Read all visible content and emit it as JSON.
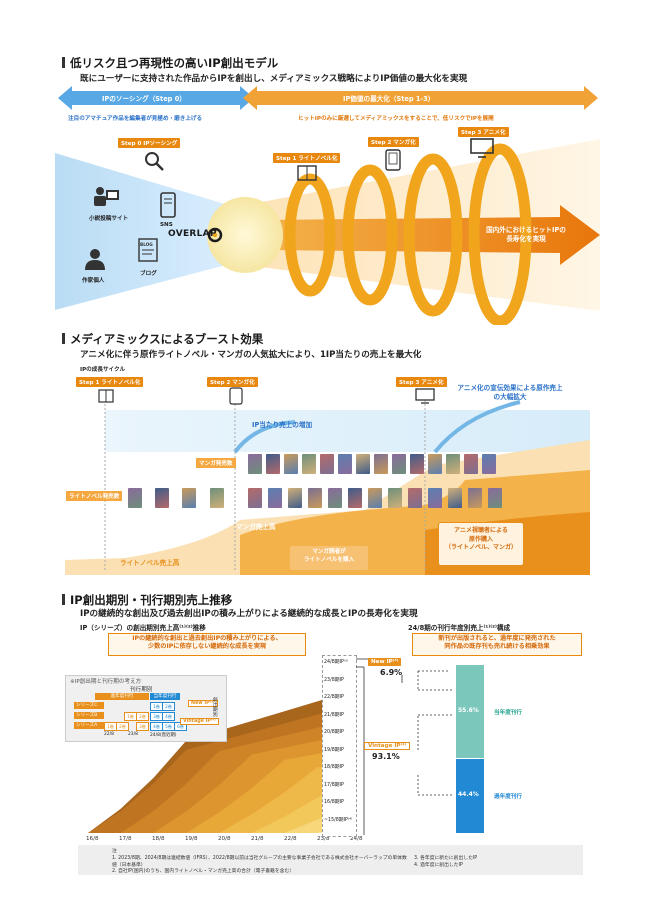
{
  "sec1": {
    "title": "低リスク且つ再現性の高いIP創出モデル",
    "subtitle": "既にユーザーに支持された作品からIPを創出し、メディアミックス戦略によりIP価値の最大化を実現",
    "arrow_left": "IPのソーシング（Step 0）",
    "arrow_right": "IP価値の最大化（Step 1-3）",
    "left_desc": "注目のアマチュア作品を編集者が見極め・磨き上げる",
    "right_desc": "ヒットIPのみに厳選してメディアミックスをすることで、低リスクでIPを展開",
    "step0": "Step 0  IPソーシング",
    "step1": "Step 1  ライトノベル化",
    "step2": "Step 2  マンガ化",
    "step3": "Step 3  アニメ化",
    "sources": [
      "小説投稿サイト",
      "SNS",
      "作家個人",
      "ブログ"
    ],
    "blog_tag": "BLOG",
    "logo": "OVERLAP",
    "result": "国内外におけるヒットIPの長寿化を実現"
  },
  "sec2": {
    "title": "メディアミックスによるブースト効果",
    "subtitle": "アニメ化に伴う原作ライトノベル・マンガの人気拡大により、1IP当たりの売上を最大化",
    "cycle_label": "IPの成長サイクル",
    "step1": "Step 1  ライトノベル化",
    "step2": "Step 2  マンガ化",
    "step3": "Step 3  アニメ化",
    "anime_effect": "アニメ化の宣伝効果による原作売上の大幅拡大",
    "per_ip": "IP当たり売上の増加",
    "manga_release": "マンガ発売数",
    "ln_release": "ライトノベル発売数",
    "manga_sales": "マンガ売上高",
    "ln_sales": "ライトノベル売上高",
    "manga_readers": "マンガ読者が\nライトノベルを購入",
    "anime_viewers": "アニメ視聴者による\n原作購入\n（ライトノベル、マンガ）"
  },
  "sec3": {
    "title": "IP創出期別・刊行期別売上推移",
    "subtitle": "IPの継続的な創出及び過去創出IPの積み上がりによる継続的な成長とIPの長寿化を実現",
    "left_caption": "IP（シリーズ）の創出期別売上高⁽¹⁾⁽²⁾推移",
    "right_caption": "24/8期の刊行年度別売上⁽¹⁾⁽²⁾構成",
    "left_note": "IPの継続的な創出と過去創出IPの積み上がりによる、\n少数のIPに依存しない継続的な成長を実現",
    "right_note": "新刊が出版されると、過年度に発売された\n同作品の既存刊も売れ続ける相乗効果",
    "inset_title": "※IP創出期と刊行期の考え方",
    "inset_header": "刊行期別",
    "inset_header2": "過年度刊行",
    "inset_header3": "当年度刊行",
    "inset_rows": [
      "シリーズC",
      "シリーズB",
      "シリーズA"
    ],
    "inset_cells": [
      "1巻",
      "2巻",
      "3巻",
      "4巻",
      "5巻",
      "6巻"
    ],
    "inset_axis": [
      "22/8",
      "23/8",
      "24/8(直近期)"
    ],
    "inset_side": "創出期別",
    "inset_newip": "New IP⁽³⁾",
    "inset_vintage": "Vintage IP⁽⁴⁾",
    "years": [
      "16/8",
      "17/8",
      "18/8",
      "19/8",
      "20/8",
      "21/8",
      "22/8",
      "23/8",
      "24/8"
    ],
    "legend": [
      "24/8期IP⁽³⁾",
      "23/8期IP",
      "22/8期IP",
      "21/8期IP",
      "20/8期IP",
      "19/8期IP",
      "18/8期IP",
      "17/8期IP",
      "16/8期IP",
      "~15/8期IP⁽⁴⁾"
    ],
    "new_ip_label": "New IP⁽³⁾",
    "new_ip_pct": "6.9%",
    "vintage_ip_label": "Vintage IP⁽⁴⁾",
    "vintage_ip_pct": "93.1%",
    "bar_top_pct": "55.6%",
    "bar_top_label": "当年度刊行",
    "bar_bottom_pct": "44.4%",
    "bar_bottom_label": "過年度刊行",
    "colors": {
      "teal": "#7cc7bc",
      "blue": "#2289d4",
      "orange": "#e8880f"
    }
  },
  "footer": {
    "head": "注",
    "notes": [
      "1.  2023/8期、2024/8期は連結数値（IFRS）、2022/8期以前は当社グループの主要な事業子会社である株式会社オーバーラップの単体数値（日本基準）",
      "2.  自社IP(国内)のうち、国内ライトノベル・マンガ売上高の合計（電子書籍を含む）",
      "3.  各年度に新たに創出したIP",
      "4.  過年度に創出したIP"
    ]
  }
}
